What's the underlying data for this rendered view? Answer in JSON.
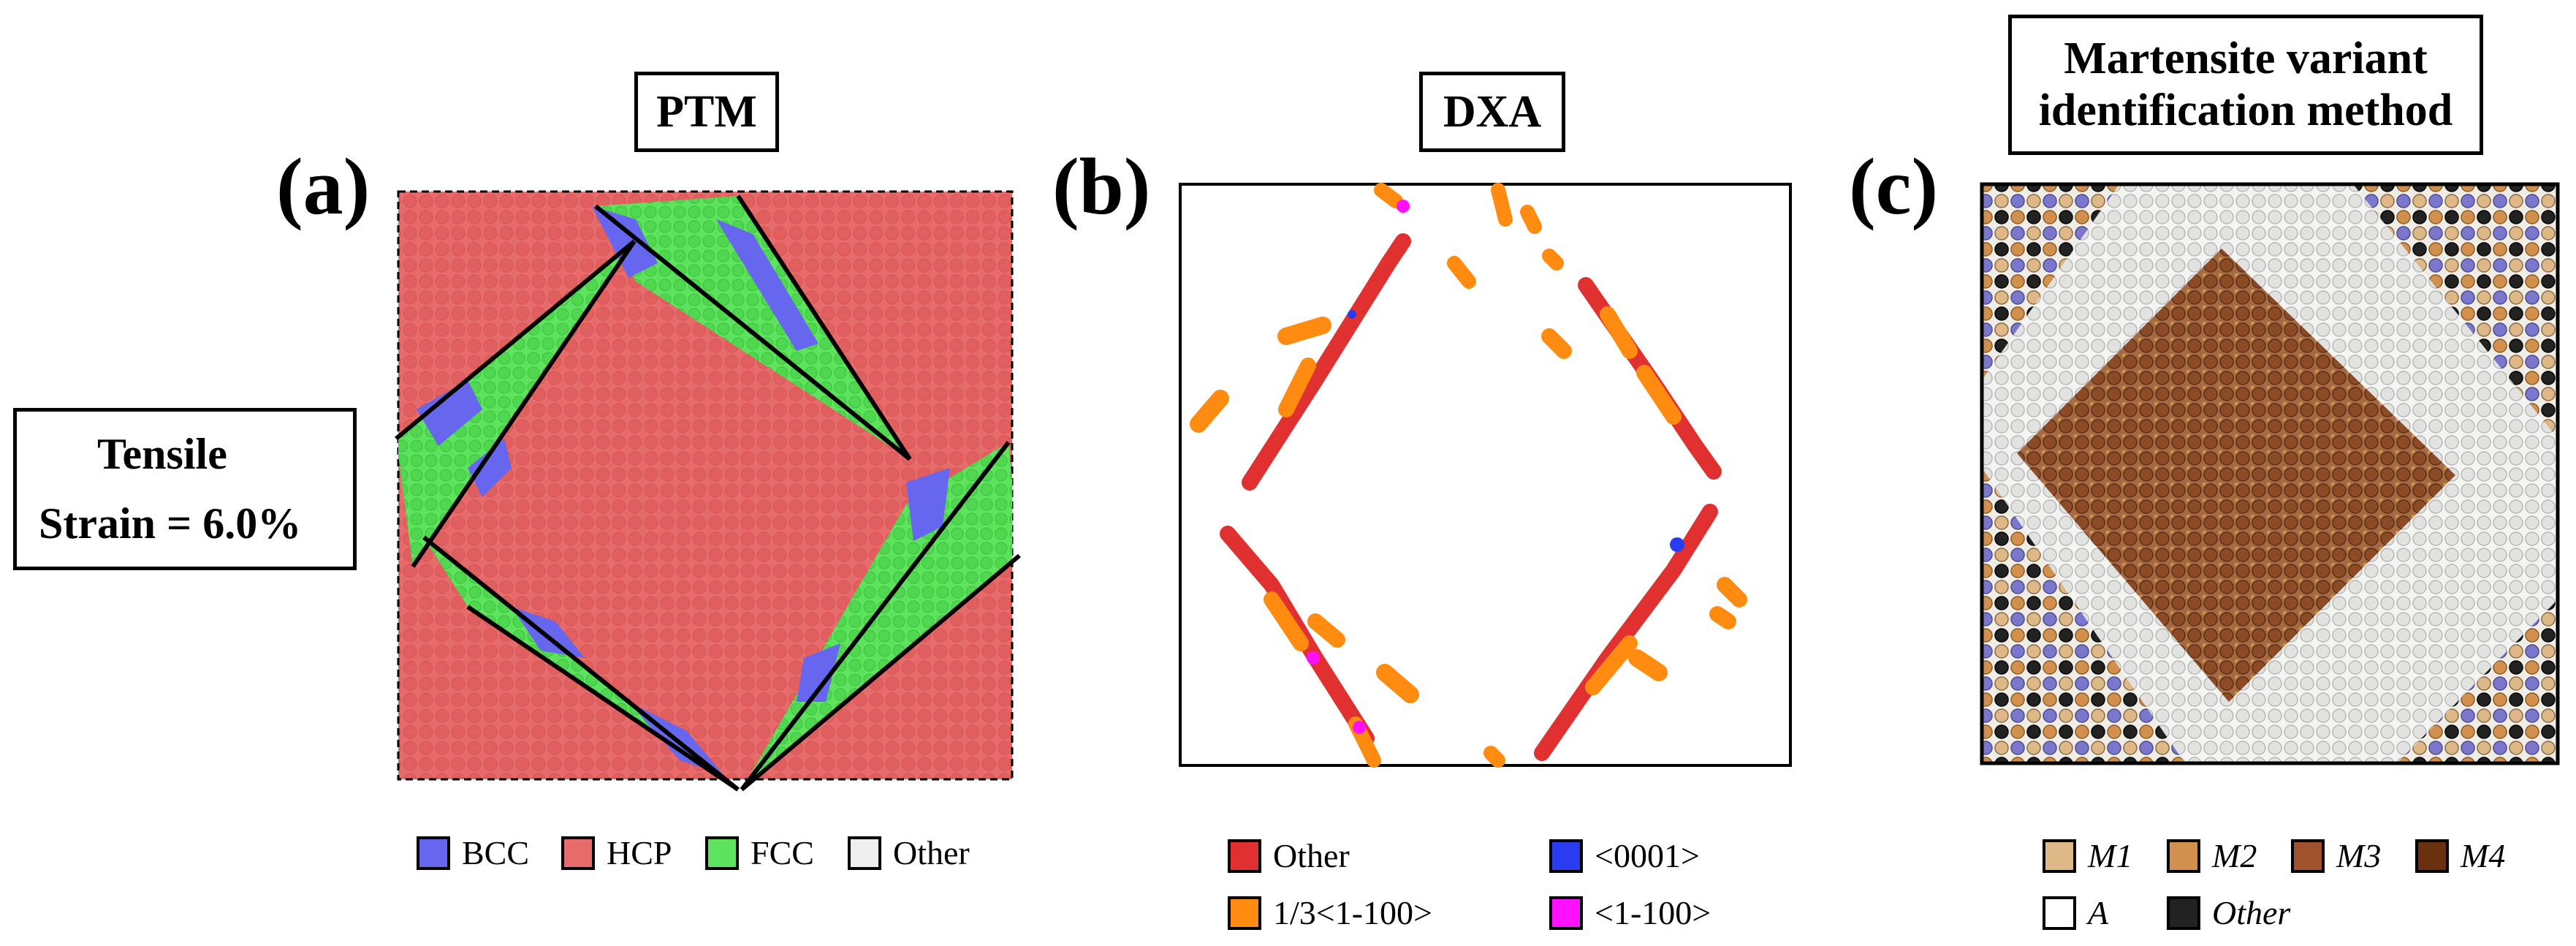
{
  "strain_box": {
    "line1": "Tensile",
    "line2": "Strain = 6.0%"
  },
  "panels": [
    {
      "label": "(a)",
      "title": "PTM"
    },
    {
      "label": "(b)",
      "title": "DXA"
    },
    {
      "label": "(c)",
      "title_line1": "Martensite variant",
      "title_line2": "identification method"
    }
  ],
  "legend_a": [
    {
      "label": "BCC",
      "color": "#6666ee"
    },
    {
      "label": "HCP",
      "color": "#e86b6b"
    },
    {
      "label": "FCC",
      "color": "#5de35d"
    },
    {
      "label": "Other",
      "color": "#eef0ee"
    }
  ],
  "legend_b": [
    {
      "label": "Other",
      "color": "#e03030"
    },
    {
      "label": "<0001>",
      "color": "#2a3cf0"
    },
    {
      "label": "1/3<1-100>",
      "color": "#ff8c10"
    },
    {
      "label": "<1-100>",
      "color": "#ff10ff"
    }
  ],
  "legend_c": [
    {
      "label": "M1",
      "color": "#deb887"
    },
    {
      "label": "M2",
      "color": "#d2904f"
    },
    {
      "label": "M3",
      "color": "#a0522d"
    },
    {
      "label": "M4",
      "color": "#6b3010"
    },
    {
      "label": "A",
      "color": "#ffffff"
    },
    {
      "label": "Other",
      "color": "#222222"
    }
  ]
}
